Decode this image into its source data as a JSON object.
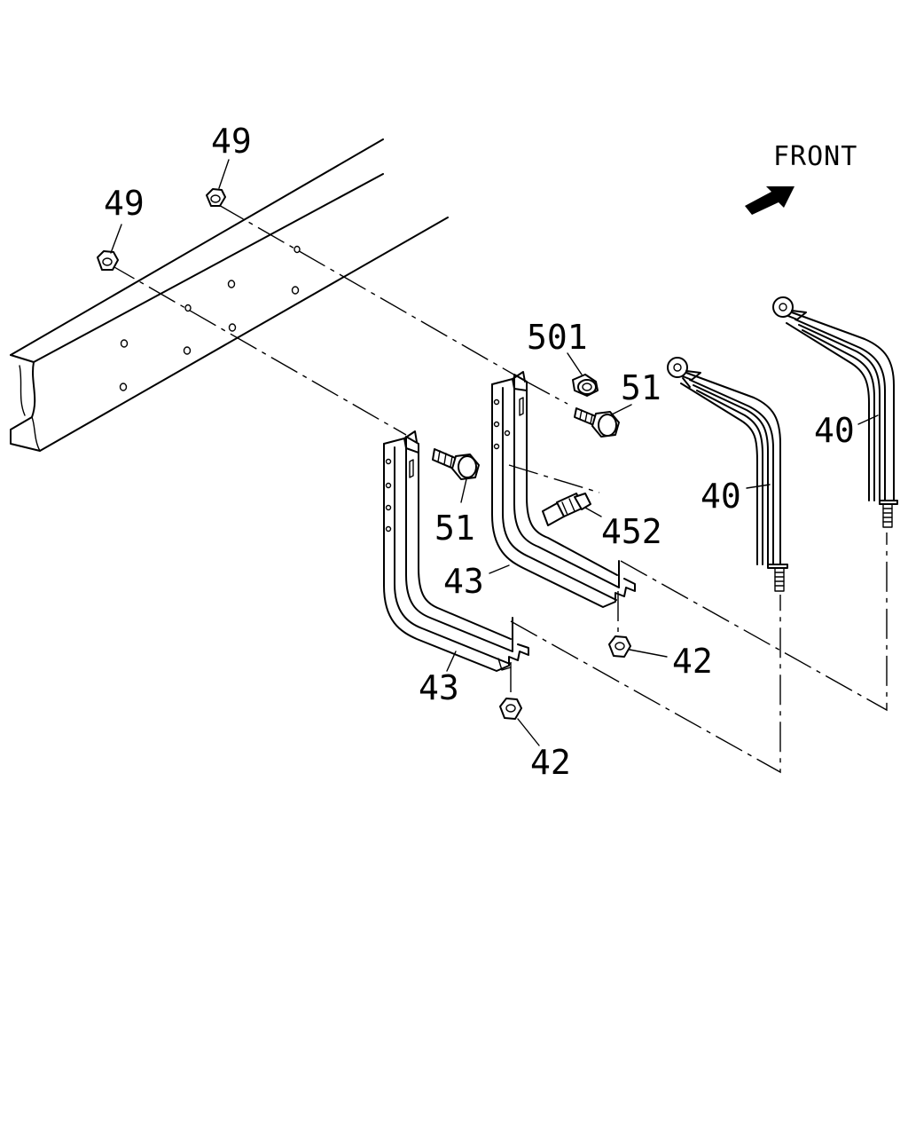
{
  "direction": {
    "label": "FRONT",
    "icon": "arrow-icon"
  },
  "callouts": {
    "nut_49_a": "49",
    "nut_49_b": "49",
    "collar_501": "501",
    "bolt_51_a": "51",
    "bolt_51_b": "51",
    "fitting_452": "452",
    "bracket_43_a": "43",
    "bracket_43_b": "43",
    "nut_42_a": "42",
    "nut_42_b": "42",
    "band_40_a": "40",
    "band_40_b": "40"
  }
}
